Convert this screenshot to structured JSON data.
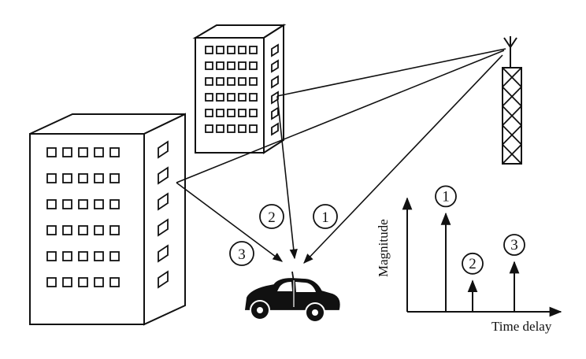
{
  "paths": [
    {
      "id": "1",
      "label": "1"
    },
    {
      "id": "2",
      "label": "2"
    },
    {
      "id": "3",
      "label": "3"
    }
  ],
  "axes": {
    "ylabel": "Magnitude",
    "xlabel": "Time delay"
  },
  "impulses": [
    {
      "label": "1",
      "magnitude": 0.89,
      "delay": 1
    },
    {
      "label": "2",
      "magnitude": 0.28,
      "delay": 2
    },
    {
      "label": "3",
      "magnitude": 0.45,
      "delay": 3
    }
  ]
}
